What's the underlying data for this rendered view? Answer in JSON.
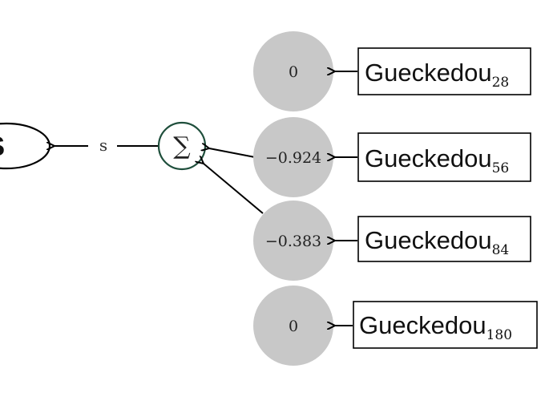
{
  "output_node": {
    "label": "S"
  },
  "edge_label": "s",
  "sum_node": {
    "symbol": "∑"
  },
  "inputs": [
    {
      "name": "Gueckedou",
      "subscript": "28",
      "weight": "0",
      "connected": false
    },
    {
      "name": "Gueckedou",
      "subscript": "56",
      "weight": "−0.924",
      "connected": true
    },
    {
      "name": "Gueckedou",
      "subscript": "84",
      "weight": "−0.383",
      "connected": true
    },
    {
      "name": "Gueckedou",
      "subscript": "180",
      "weight": "0",
      "connected": false
    }
  ],
  "colors": {
    "weight_node_fill": "#c8c8c8",
    "sum_node_stroke": "#1f4f3c",
    "line": "#000000"
  }
}
